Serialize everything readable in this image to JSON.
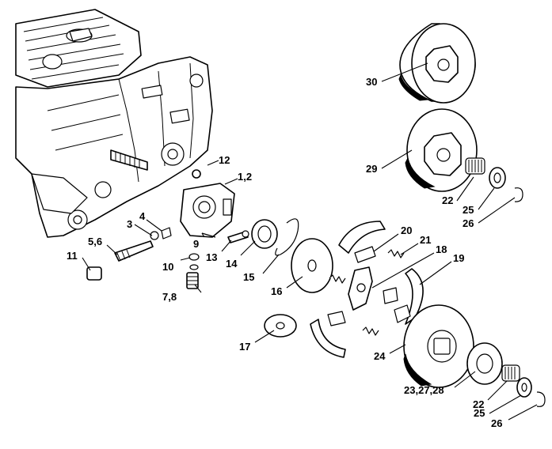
{
  "diagram": {
    "callouts": [
      {
        "id": "c30",
        "text": "30"
      },
      {
        "id": "c29",
        "text": "29"
      },
      {
        "id": "c12",
        "text": "12"
      },
      {
        "id": "c1_2",
        "text": "1,2"
      },
      {
        "id": "c22a",
        "text": "22"
      },
      {
        "id": "c25a",
        "text": "25"
      },
      {
        "id": "c26a",
        "text": "26"
      },
      {
        "id": "c4",
        "text": "4"
      },
      {
        "id": "c3",
        "text": "3"
      },
      {
        "id": "c5_6",
        "text": "5,6"
      },
      {
        "id": "c9",
        "text": "9"
      },
      {
        "id": "c11",
        "text": "11"
      },
      {
        "id": "c10",
        "text": "10"
      },
      {
        "id": "c13",
        "text": "13"
      },
      {
        "id": "c14",
        "text": "14"
      },
      {
        "id": "c15",
        "text": "15"
      },
      {
        "id": "c20",
        "text": "20"
      },
      {
        "id": "c21",
        "text": "21"
      },
      {
        "id": "c18",
        "text": "18"
      },
      {
        "id": "c19",
        "text": "19"
      },
      {
        "id": "c16",
        "text": "16"
      },
      {
        "id": "c7_8",
        "text": "7,8"
      },
      {
        "id": "c17",
        "text": "17"
      },
      {
        "id": "c24",
        "text": "24"
      },
      {
        "id": "c23_27_28",
        "text": "23,27,28"
      },
      {
        "id": "c22b",
        "text": "22"
      },
      {
        "id": "c25b",
        "text": "25"
      },
      {
        "id": "c26b",
        "text": "26"
      }
    ]
  }
}
